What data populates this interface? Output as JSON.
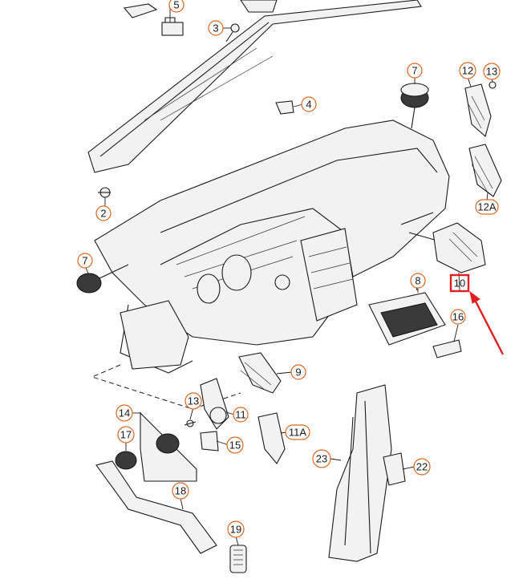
{
  "callouts": {
    "c2": "2",
    "c3": "3",
    "c4": "4",
    "c5": "5",
    "c7a": "7",
    "c7b": "7",
    "c8": "8",
    "c9": "9",
    "c10": "10",
    "c11": "11",
    "c11a": "11A",
    "c12": "12",
    "c12a": "12A",
    "c13a": "13",
    "c13b": "13",
    "c14": "14",
    "c15": "15",
    "c16": "16",
    "c17": "17",
    "c18": "18",
    "c19": "19",
    "c22": "22",
    "c23": "23"
  },
  "colors": {
    "callout": "#e0661c",
    "highlight": "#e02020",
    "lines": "#1a1a1a"
  },
  "highlight": {
    "target_label": "10"
  }
}
